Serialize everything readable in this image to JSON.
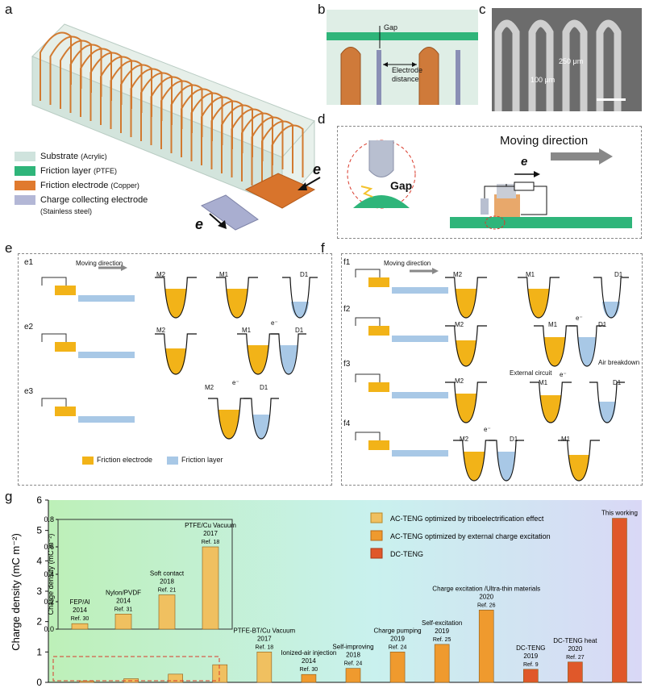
{
  "panels": {
    "a": "a",
    "b": "b",
    "c": "c",
    "d": "d",
    "e": "e",
    "f": "f",
    "g": "g"
  },
  "panel_a": {
    "legend": [
      {
        "text": "Substrate",
        "note": "(Acrylic)",
        "color": "#cfe3dd"
      },
      {
        "text": "Friction layer",
        "note": "(PTFE)",
        "color": "#2fb57a"
      },
      {
        "text": "Friction electrode",
        "note": "(Copper)",
        "color": "#e07a2e"
      },
      {
        "text": "Charge collecting electrode",
        "note": "",
        "color": "#b3b7d6"
      }
    ],
    "legend_sub": "(Stainless steel)",
    "e_symbol": "e"
  },
  "panel_b": {
    "gap": "Gap",
    "electrode": "Electrode",
    "distance": "distance"
  },
  "panel_c": {
    "dim1": "250 μm",
    "dim2": "100 μm"
  },
  "panel_d": {
    "moving": "Moving direction",
    "gap": "Gap",
    "e_symbol": "e"
  },
  "panel_e": {
    "rows": [
      "e1",
      "e2",
      "e3"
    ],
    "moving": "Moving direction",
    "m2": "M2",
    "m1": "M1",
    "d1": "D1",
    "electron": "e⁻",
    "legend_friction_electrode": "Friction electrode",
    "legend_friction_layer": "Friction layer"
  },
  "panel_f": {
    "rows": [
      "f1",
      "f2",
      "f3",
      "f4"
    ],
    "moving": "Moving direction",
    "m2": "M2",
    "m1": "M1",
    "d1": "D1",
    "electron": "e⁻",
    "external_circuit": "External circuit",
    "air_breakdown": "Air breakdown"
  },
  "chart_data": {
    "type": "bar",
    "ylabel": "Charge density (mC m⁻²)",
    "ylim": [
      0,
      6
    ],
    "yticks": [
      "0",
      "1",
      "2",
      "3",
      "4",
      "5",
      "6"
    ],
    "legend": [
      {
        "name": "AC-TENG optimized by triboelectrification effect",
        "color": "#f0c060"
      },
      {
        "name": "AC-TENG optimized by external charge excitation",
        "color": "#ef9a2e"
      },
      {
        "name": "DC-TENG",
        "color": "#e0582a"
      }
    ],
    "bars": [
      {
        "label": "",
        "year": "",
        "ref": "",
        "value": 0.04,
        "group": 0
      },
      {
        "label": "",
        "year": "",
        "ref": "",
        "value": 0.12,
        "group": 0
      },
      {
        "label": "",
        "year": "",
        "ref": "",
        "value": 0.27,
        "group": 0
      },
      {
        "label": "",
        "year": "",
        "ref": "",
        "value": 0.58,
        "group": 0
      },
      {
        "label": "PTFE-BT/Cu Vacuum",
        "year": "2017",
        "ref": "Ref. 18",
        "value": 1.0,
        "group": 0
      },
      {
        "label": "Ionized-air injection",
        "year": "2014",
        "ref": "Ref. 30",
        "value": 0.26,
        "group": 1
      },
      {
        "label": "Self-improving",
        "year": "2018",
        "ref": "Ref. 24",
        "value": 0.46,
        "group": 1
      },
      {
        "label": "Charge pumping",
        "year": "2019",
        "ref": "Ref. 24",
        "value": 1.0,
        "group": 1
      },
      {
        "label": "Self-excitation",
        "year": "2019",
        "ref": "Ref. 25",
        "value": 1.25,
        "group": 1
      },
      {
        "label": "Charge excitation /Ultra-thin materials",
        "year": "2020",
        "ref": "Ref. 26",
        "value": 2.38,
        "group": 1
      },
      {
        "label": "DC-TENG",
        "year": "2019",
        "ref": "Ref. 9",
        "value": 0.43,
        "group": 2
      },
      {
        "label": "DC-TENG heat",
        "year": "2020",
        "ref": "Ref. 27",
        "value": 0.67,
        "group": 2
      },
      {
        "label": "This working",
        "year": "",
        "ref": "",
        "value": 5.4,
        "group": 2
      }
    ],
    "inset": {
      "ylabel": "Charge density (mC m⁻²)",
      "ylim": [
        0,
        0.8
      ],
      "yticks": [
        "0.0",
        "0.2",
        "0.4",
        "0.6",
        "0.8"
      ],
      "bars": [
        {
          "label": "FEP/Al",
          "year": "2014",
          "ref": "Ref. 30",
          "value": 0.04
        },
        {
          "label": "Nylon/PVDF",
          "year": "2014",
          "ref": "Ref. 31",
          "value": 0.11
        },
        {
          "label": "Soft contact",
          "year": "2018",
          "ref": "Ref. 21",
          "value": 0.25
        },
        {
          "label": "PTFE/Cu Vacuum",
          "year": "2017",
          "ref": "Ref. 18",
          "value": 0.6
        }
      ]
    }
  }
}
